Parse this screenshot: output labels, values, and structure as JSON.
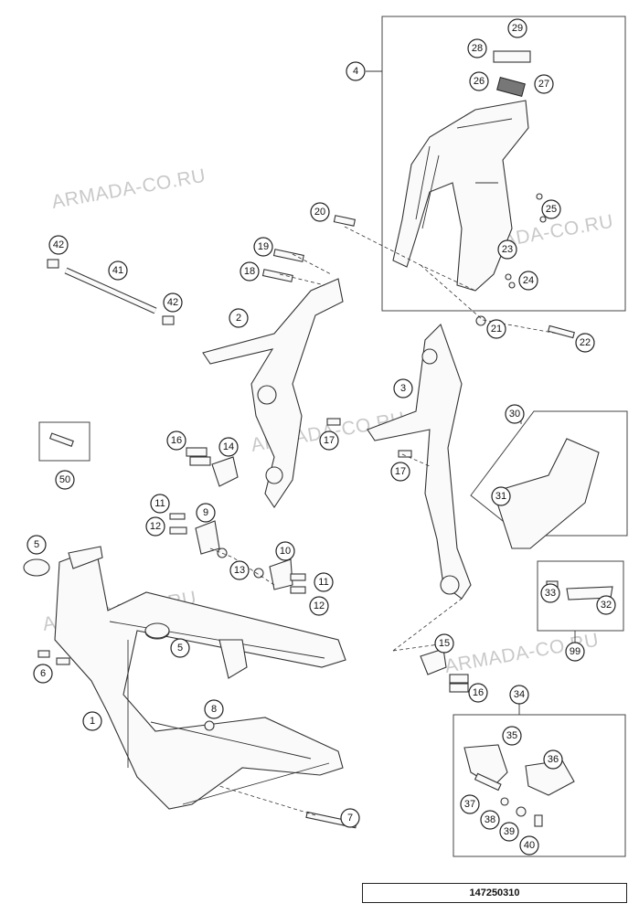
{
  "watermark": "ARMADA-CO.RU",
  "drawing_number": "147250310",
  "callouts": [
    "1",
    "2",
    "3",
    "4",
    "5",
    "6",
    "7",
    "8",
    "9",
    "10",
    "11",
    "12",
    "13",
    "14",
    "15",
    "16",
    "17",
    "18",
    "19",
    "20",
    "21",
    "22",
    "23",
    "24",
    "25",
    "26",
    "27",
    "28",
    "29",
    "30",
    "31",
    "32",
    "33",
    "34",
    "35",
    "36",
    "37",
    "38",
    "39",
    "40",
    "41",
    "42",
    "50",
    "99"
  ]
}
